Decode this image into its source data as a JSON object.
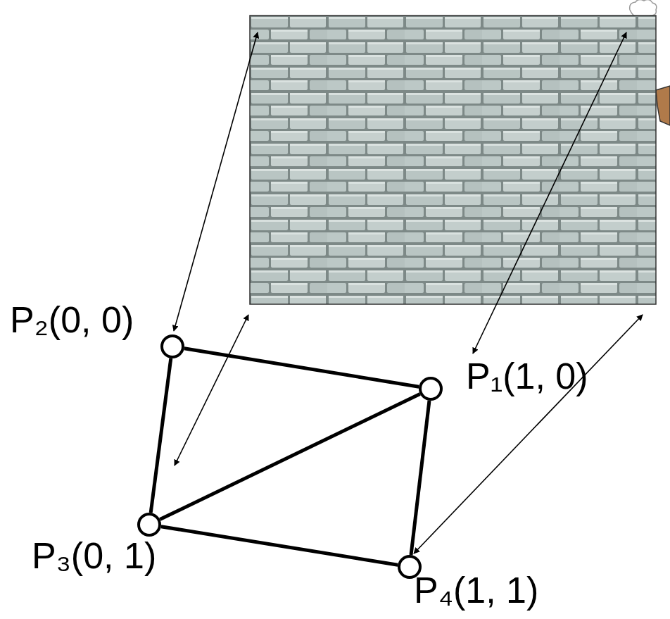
{
  "diagram": {
    "nodes": [
      {
        "text": [
          "P₂(0, 0)"
        ]
      },
      {
        "text": [
          "P₁(1, 0)"
        ]
      },
      {
        "text": [
          "P₃(0, 1)"
        ]
      },
      {
        "text": [
          "P₄(1, 1)"
        ]
      }
    ],
    "edges": [
      {
        "from": 0,
        "to": 1,
        "arrow": "none"
      },
      {
        "from": 1,
        "to": 3,
        "arrow": "none"
      },
      {
        "from": 3,
        "to": 2,
        "arrow": "none"
      },
      {
        "from": 2,
        "to": 0,
        "arrow": "none"
      },
      {
        "from": 2,
        "to": 1,
        "arrow": "none"
      }
    ]
  }
}
